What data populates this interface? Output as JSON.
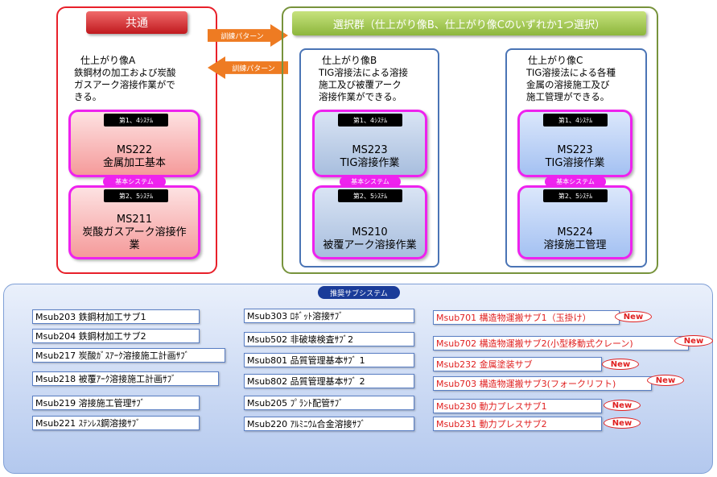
{
  "common": {
    "header": "共通",
    "title": "仕上がり像A",
    "desc": [
      "鉄鋼材の加工および炭酸",
      "ガスアーク溶接作業がで",
      "きる。"
    ],
    "module1": {
      "tag": "第1、4ｼｽﾃﾑ",
      "code": "MS222",
      "name": "金属加工基本"
    },
    "basic_tag": "基本システム",
    "module2": {
      "tag": "第2、5ｼｽﾃﾑ",
      "code": "MS211",
      "name": [
        "炭酸ガスアーク溶接作",
        "業"
      ]
    }
  },
  "arrows": {
    "right": "訓練パターン",
    "left": "訓練パターン"
  },
  "select": {
    "header": "選択群（仕上がり像B、仕上がり像Cのいずれか1つ選択）",
    "b": {
      "title": "仕上がり像B",
      "desc": [
        "TIG溶接法による溶接",
        "施工及び被覆アーク",
        "溶接作業ができる。"
      ],
      "module1": {
        "tag": "第1、4ｼｽﾃﾑ",
        "code": "MS223",
        "name": "TIG溶接作業"
      },
      "basic_tag": "基本システム",
      "module2": {
        "tag": "第2、5ｼｽﾃﾑ",
        "code": "MS210",
        "name": "被覆アーク溶接作業"
      }
    },
    "c": {
      "title": "仕上がり像C",
      "desc": [
        "TIG溶接法による各種",
        "金属の溶接施工及び",
        "施工管理ができる。"
      ],
      "module1": {
        "tag": "第1、4ｼｽﾃﾑ",
        "code": "MS223",
        "name": "TIG溶接作業"
      },
      "basic_tag": "基本システム",
      "module2": {
        "tag": "第2、5ｼｽﾃﾑ",
        "code": "MS224",
        "name": "溶接施工管理"
      }
    }
  },
  "subsystem": {
    "title": "推奨サブシステム",
    "col1": [
      "Msub203 鉄鋼材加工サブ1",
      "Msub204 鉄鋼材加工サブ2",
      "Msub217 炭酸ｶﾞｽｱｰｸ溶接施工計画ｻﾌﾞ",
      "Msub218 被覆ｱｰｸ溶接施工計画ｻﾌﾞ",
      "Msub219 溶接施工管理ｻﾌﾞ",
      "Msub221 ｽﾃﾝﾚｽ鋼溶接ｻﾌﾞ"
    ],
    "col2": [
      "Msub303 ﾛﾎﾞｯﾄ溶接ｻﾌﾞ",
      "Msub502 非破壊検査ｻﾌﾞ2",
      "Msub801  品質管理基本ｻﾌﾞ  1",
      "Msub802  品質管理基本ｻﾌﾞ  2",
      "Msub205 ﾌﾟﾗﾝﾄ配管ｻﾌﾞ",
      "Msub220 ｱﾙﾐﾆｳﾑ合金溶接ｻﾌﾞ"
    ],
    "col3": [
      "Msub701  構造物運搬サブ1（玉掛け）",
      "Msub702  構造物運搬サブ2(小型移動式クレーン)",
      "Msub232  金属塗装サブ",
      "Msub703  構造物運搬サブ3(フォークリフト)",
      "Msub230  動力プレスサブ1",
      "Msub231  動力プレスサブ2"
    ],
    "new_label": "New"
  }
}
